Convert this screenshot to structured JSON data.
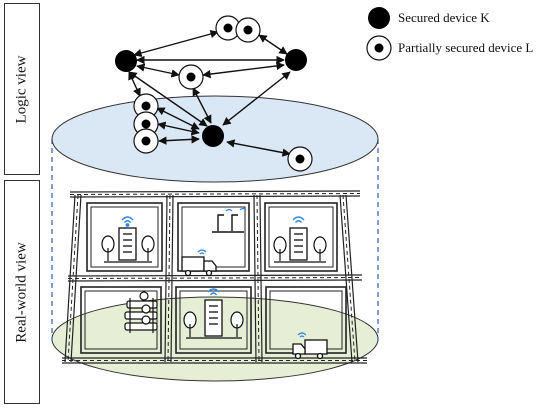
{
  "side_labels": {
    "logic": "Logic view",
    "real_world": "Real-world view"
  },
  "legend": {
    "secured": "Secured device K",
    "partial": "Partially secured device L"
  },
  "colors": {
    "logic_plane": "#dae8f5",
    "real_plane": "#e6efd6",
    "dashed": "#2f5fae",
    "secured_node": "#000000"
  },
  "icons": {
    "building": "office-building-icon",
    "tree": "tree-icon",
    "truck": "truck-icon",
    "factory": "factory-icon",
    "parking": "parking-garage-icon",
    "wifi": "wifi-signal-icon"
  }
}
